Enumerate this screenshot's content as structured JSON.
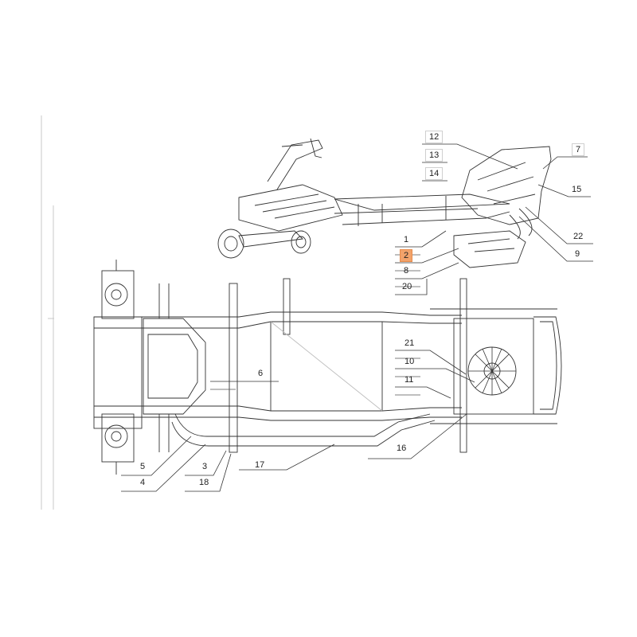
{
  "highlight_color": "#f2a36b",
  "line_color": "#333333",
  "callouts": [
    {
      "id": "12",
      "text": "12"
    },
    {
      "id": "13",
      "text": "13"
    },
    {
      "id": "14",
      "text": "14"
    },
    {
      "id": "7",
      "text": "7"
    },
    {
      "id": "15",
      "text": "15"
    },
    {
      "id": "22",
      "text": "22"
    },
    {
      "id": "9",
      "text": "9"
    },
    {
      "id": "1",
      "text": "1"
    },
    {
      "id": "2",
      "text": "2",
      "highlighted": true
    },
    {
      "id": "8",
      "text": "8"
    },
    {
      "id": "20",
      "text": "20"
    },
    {
      "id": "21",
      "text": "21"
    },
    {
      "id": "10",
      "text": "10"
    },
    {
      "id": "11",
      "text": "11"
    },
    {
      "id": "6",
      "text": "6"
    },
    {
      "id": "16",
      "text": "16"
    },
    {
      "id": "17",
      "text": "17"
    },
    {
      "id": "5",
      "text": "5"
    },
    {
      "id": "4",
      "text": "4"
    },
    {
      "id": "3",
      "text": "3"
    },
    {
      "id": "18",
      "text": "18"
    }
  ]
}
